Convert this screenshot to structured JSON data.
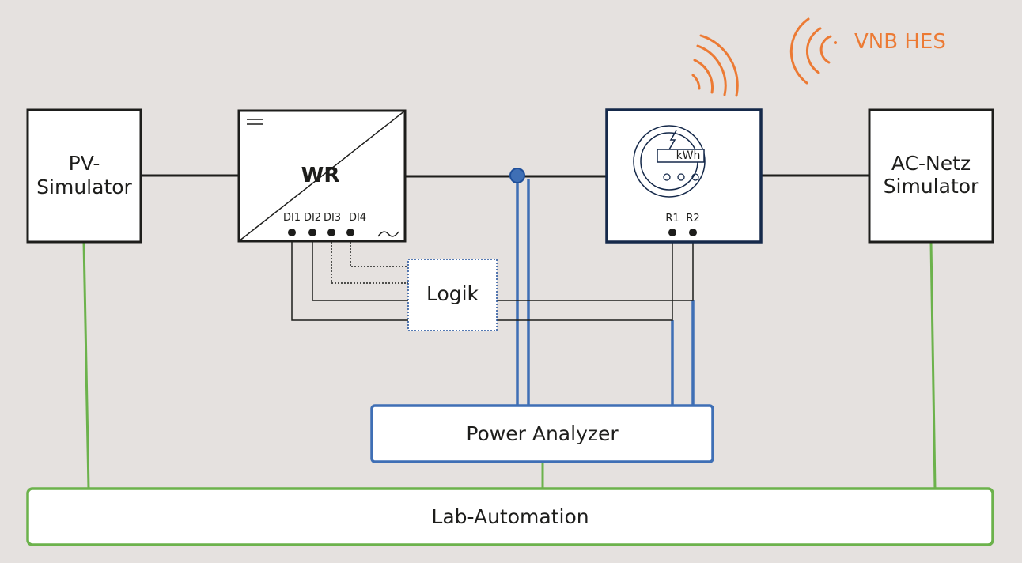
{
  "diagram": {
    "pv_simulator": {
      "line1": "PV-",
      "line2": "Simulator"
    },
    "inverter": {
      "label": "WR",
      "inputs": [
        "DI1",
        "DI2",
        "DI3",
        "DI4"
      ],
      "dc_symbol": "=",
      "ac_symbol": "~"
    },
    "meter": {
      "display": "kWh",
      "relays": [
        "R1",
        "R2"
      ]
    },
    "ac_grid_simulator": {
      "line1": "AC-Netz",
      "line2": "Simulator"
    },
    "logic": {
      "label": "Logik"
    },
    "power_analyzer": {
      "label": "Power Analyzer"
    },
    "lab_automation": {
      "label": "Lab-Automation"
    },
    "hes": {
      "label": "VNB HES"
    }
  },
  "colors": {
    "background": "#e5e1df",
    "line": "#1d1d1b",
    "meter_frame": "#15294a",
    "measurement": "#3f6fb5",
    "automation": "#6cb24c",
    "wireless": "#ec7a34"
  }
}
